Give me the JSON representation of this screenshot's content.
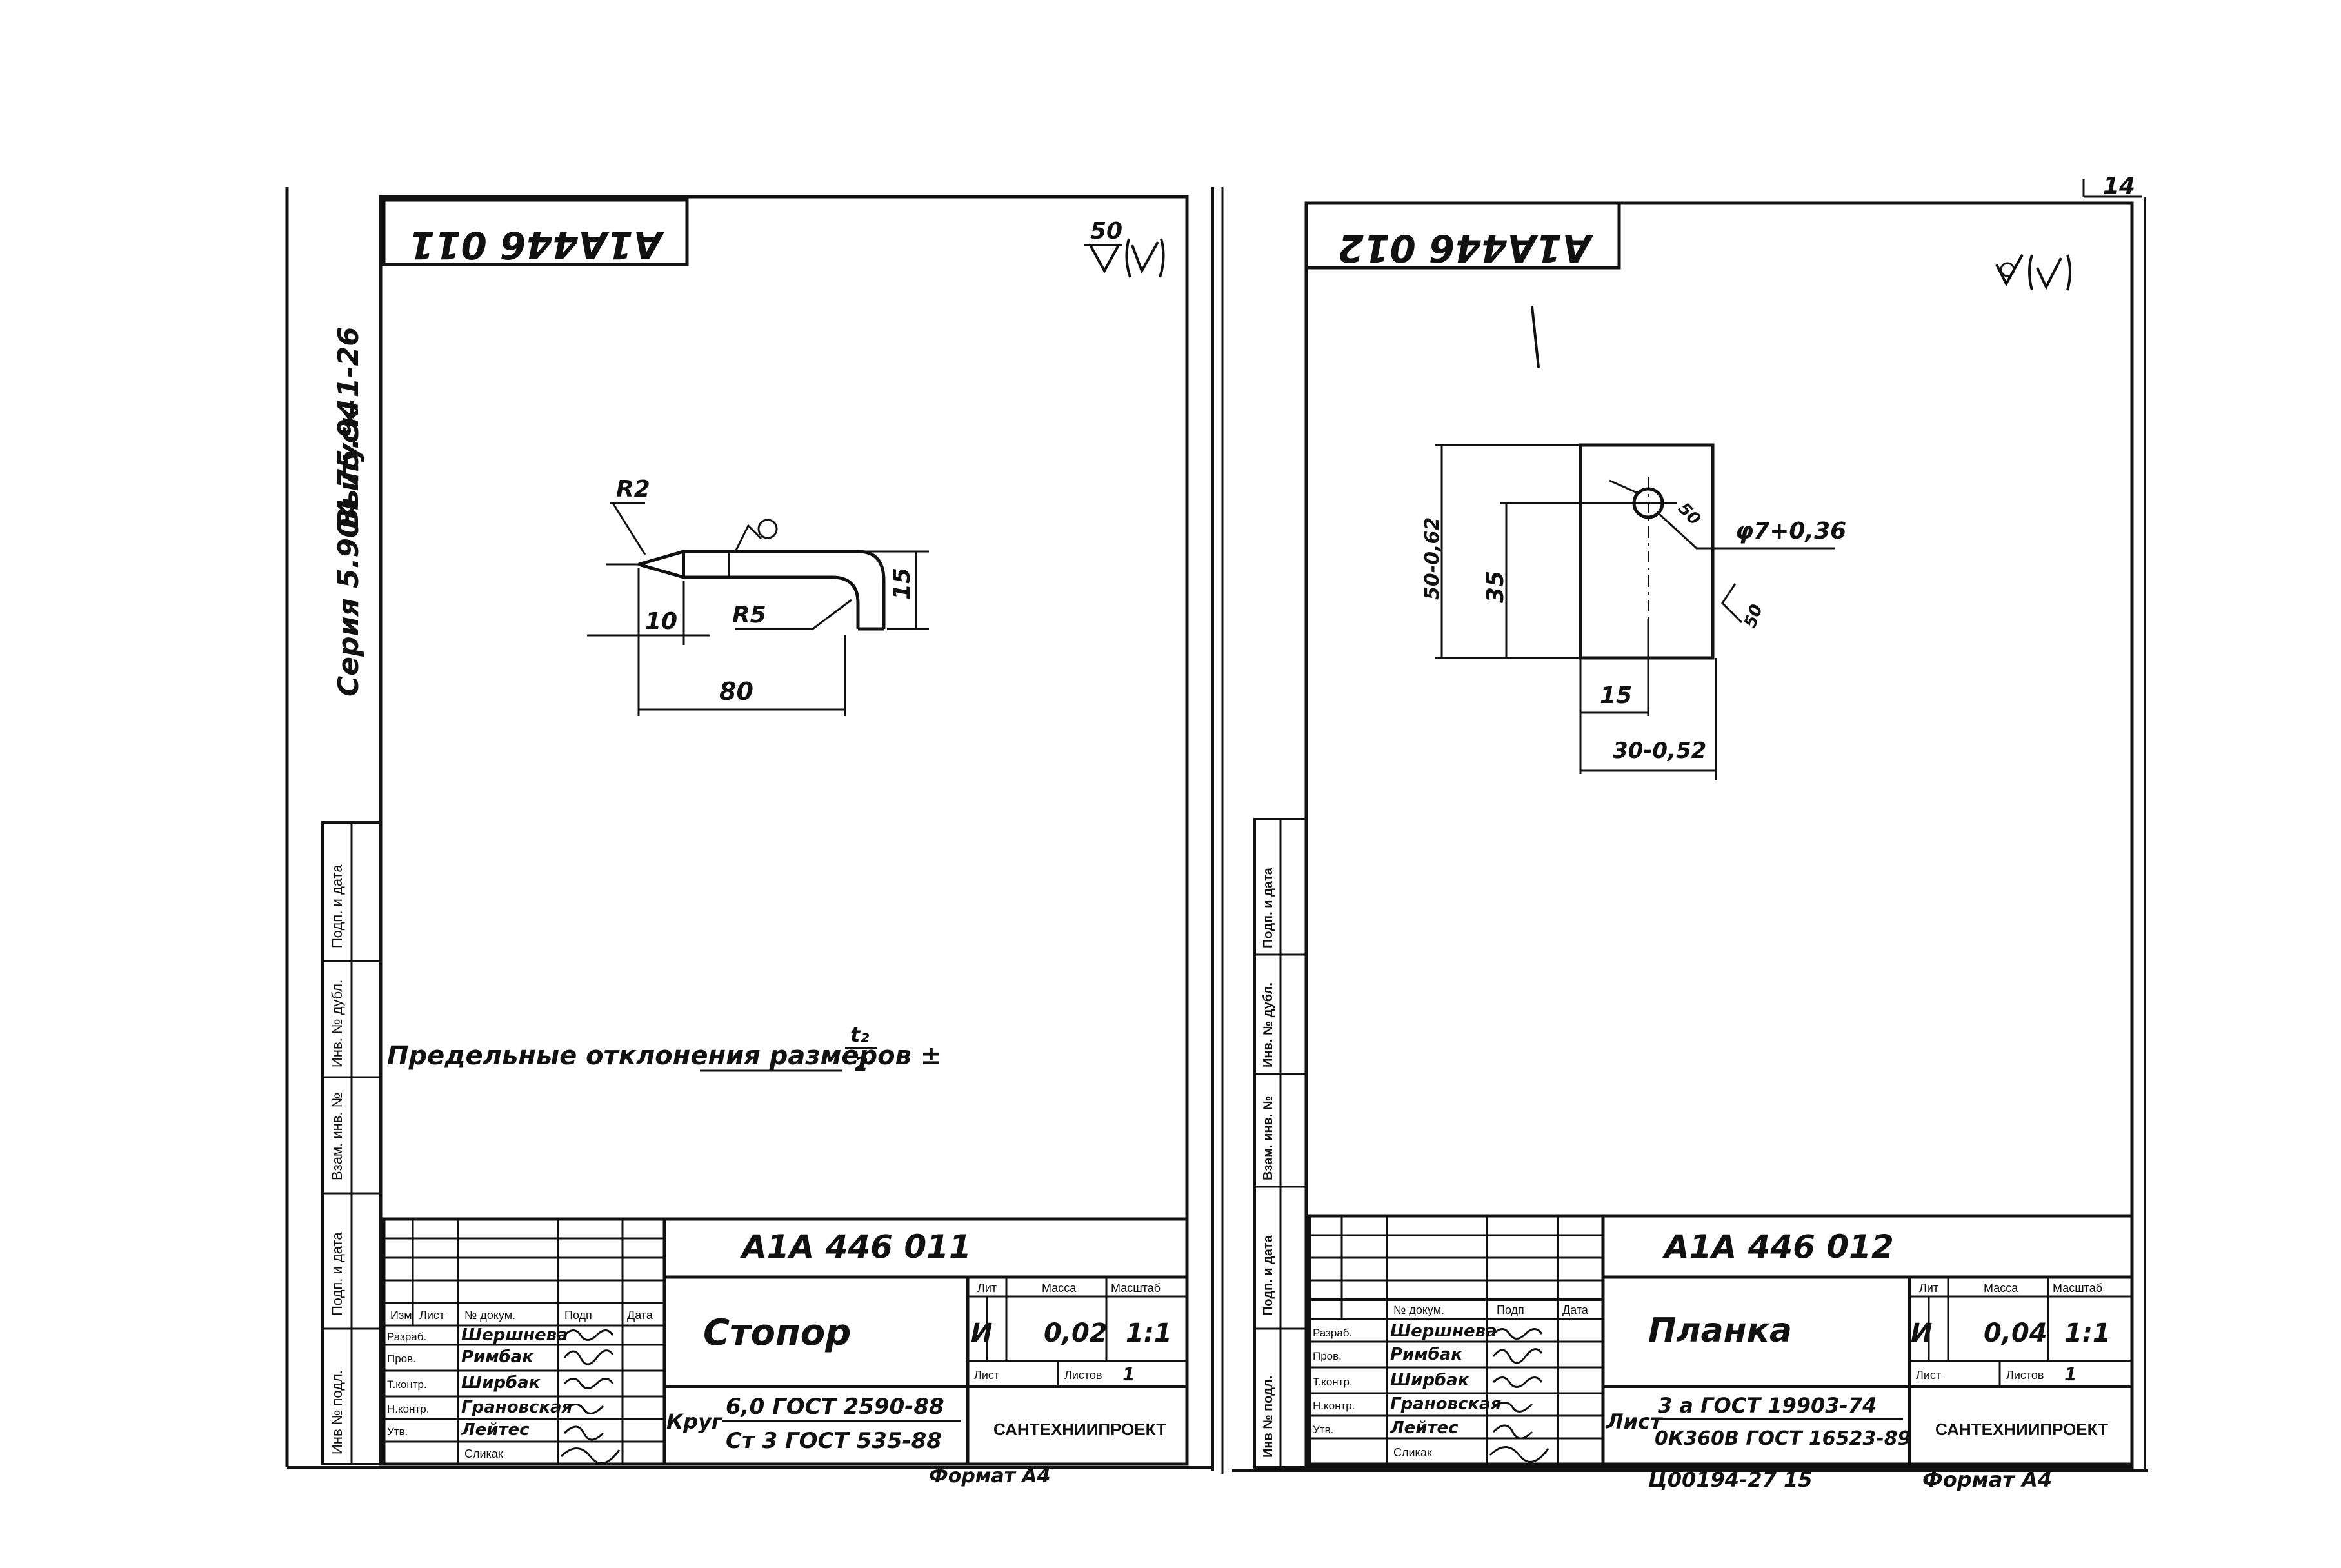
{
  "page_number": "14",
  "left": {
    "sheet_code_rotated": "А1А446 011",
    "roughness_value": "50",
    "series_text": "Серия 5.904 75.94",
    "issue_text": "Выпуск 1-26",
    "dims": {
      "r2": "R2",
      "r5": "R5",
      "d10": "10",
      "d15": "15",
      "d80": "80"
    },
    "tolerance_note": "Предельные отклонения размеров ±",
    "tolerance_frac_num": "t₂",
    "tolerance_frac_den": "2",
    "side_stamp": [
      "Инв № подл.",
      "Подп. и дата",
      "Взам. инв. №",
      "Инв. № дубл.",
      "Подп. и дата"
    ],
    "title_block": {
      "doc_code": "А1А 446 011",
      "name": "Стопор",
      "headers": {
        "izm": "Изм",
        "list": "Лист",
        "doc": "№ докум.",
        "sign": "Подп",
        "date": "Дата"
      },
      "roles": [
        "Разраб.",
        "Пров.",
        "Т.контр.",
        "Н.контр.",
        "Утв."
      ],
      "names": [
        "Шершнева",
        "Римбак",
        "Ширбак",
        "Грановская",
        "Лейтес",
        "Сликак"
      ],
      "lit_label": "Лит",
      "mass_label": "Масса",
      "scale_label": "Масштаб",
      "lit": "И",
      "mass": "0,02",
      "scale": "1:1",
      "sheet_label": "Лист",
      "sheets_label": "Листов",
      "sheets": "1",
      "material_prefix": "Круг",
      "material_line1": "6,0 ГОСТ 2590-88",
      "material_line2": "Ст 3 ГОСТ 535-88",
      "org": "САНТЕХНИИПРОЕКТ"
    },
    "format": "Формат А4"
  },
  "right": {
    "sheet_code_rotated": "А1А446 012",
    "dims": {
      "h50": "50-0,62",
      "h35": "35",
      "d15": "15",
      "w30": "30-0,52",
      "hole": "φ7+0,36",
      "r50": "50",
      "r50b": "50"
    },
    "side_stamp": [
      "Инв № подл.",
      "Подп. и дата",
      "Взам. инв. №",
      "Инв. № дубл.",
      "Подп. и дата"
    ],
    "title_block": {
      "doc_code": "А1А 446 012",
      "name": "Планка",
      "headers": {
        "doc": "№ докум.",
        "sign": "Подп",
        "date": "Дата"
      },
      "roles": [
        "Разраб.",
        "Пров.",
        "Т.контр.",
        "Н.контр.",
        "Утв."
      ],
      "names": [
        "Шершнева",
        "Римбак",
        "Ширбак",
        "Грановская",
        "Лейтес",
        "Сликак"
      ],
      "lit_label": "Лит",
      "mass_label": "Масса",
      "scale_label": "Масштаб",
      "lit": "И",
      "mass": "0,04",
      "scale": "1:1",
      "sheet_label": "Лист",
      "sheets_label": "Листов",
      "sheets": "1",
      "material_prefix": "Лист",
      "material_line1": "3 а ГОСТ 19903-74",
      "material_line2": "0К360В ГОСТ 16523-89",
      "org": "САНТЕХНИИПРОЕКТ"
    },
    "bottom_note": "Ц00194-27  15",
    "format": "Формат А4"
  }
}
